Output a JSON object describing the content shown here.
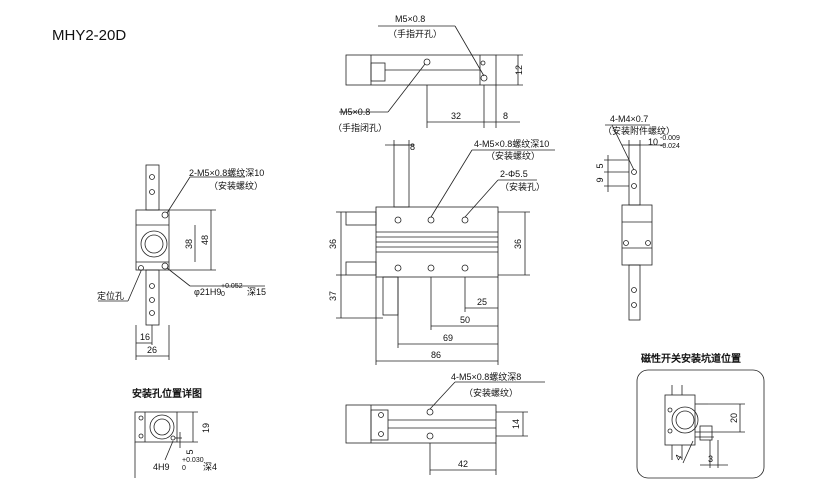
{
  "title": "MHY2-20D",
  "top_view": {
    "thread_finger": "M5×0.8",
    "finger_open": "（手指开孔）",
    "thread_closed": "M5×0.8",
    "finger_closed": "（手指闭孔）",
    "dim_12": "12",
    "dim_32": "32",
    "dim_8": "8"
  },
  "left_view": {
    "thread_note": "2-M5×0.8螺纹深10",
    "thread_sub": "（安装螺纹）",
    "dim_38": "38",
    "dim_48": "48",
    "bore_note": "φ21H9",
    "bore_tol_upper": "+0.052",
    "bore_tol_lower": "0",
    "bore_depth": "深15",
    "locating_hole": "定位孔",
    "dim_16": "16",
    "dim_26": "26"
  },
  "front_view": {
    "dim_8": "8",
    "thread_note": "4-M5×0.8螺纹深10",
    "thread_sub": "（安装螺纹）",
    "hole_note": "2-Φ5.5",
    "hole_sub": "（安装孔）",
    "dim_36_left": "36",
    "dim_36_right": "36",
    "dim_37": "37",
    "dim_25": "25",
    "dim_50": "50",
    "dim_69": "69",
    "dim_86": "86"
  },
  "right_view": {
    "thread_note": "4-M4×0.7",
    "thread_sub": "（安装附件螺纹）",
    "dim_10": "10",
    "tol_upper": "-0.009",
    "tol_lower": "-0.024",
    "dim_5": "5",
    "dim_9": "9"
  },
  "detail_view": {
    "title": "安装孔位置详图",
    "dim_19": "19",
    "dim_5": "5",
    "pin_note": "4H9",
    "pin_tol_upper": "+0.030",
    "pin_tol_lower": "0",
    "pin_depth": "深4"
  },
  "bottom_view": {
    "thread_note": "4-M5×0.8螺纹深8",
    "thread_sub": "（安装螺纹）",
    "dim_14": "14",
    "dim_42": "42"
  },
  "switch_view": {
    "title": "磁性开关安装坑道位置",
    "dim_20": "20",
    "dim_4": "4",
    "dim_3": "3"
  }
}
